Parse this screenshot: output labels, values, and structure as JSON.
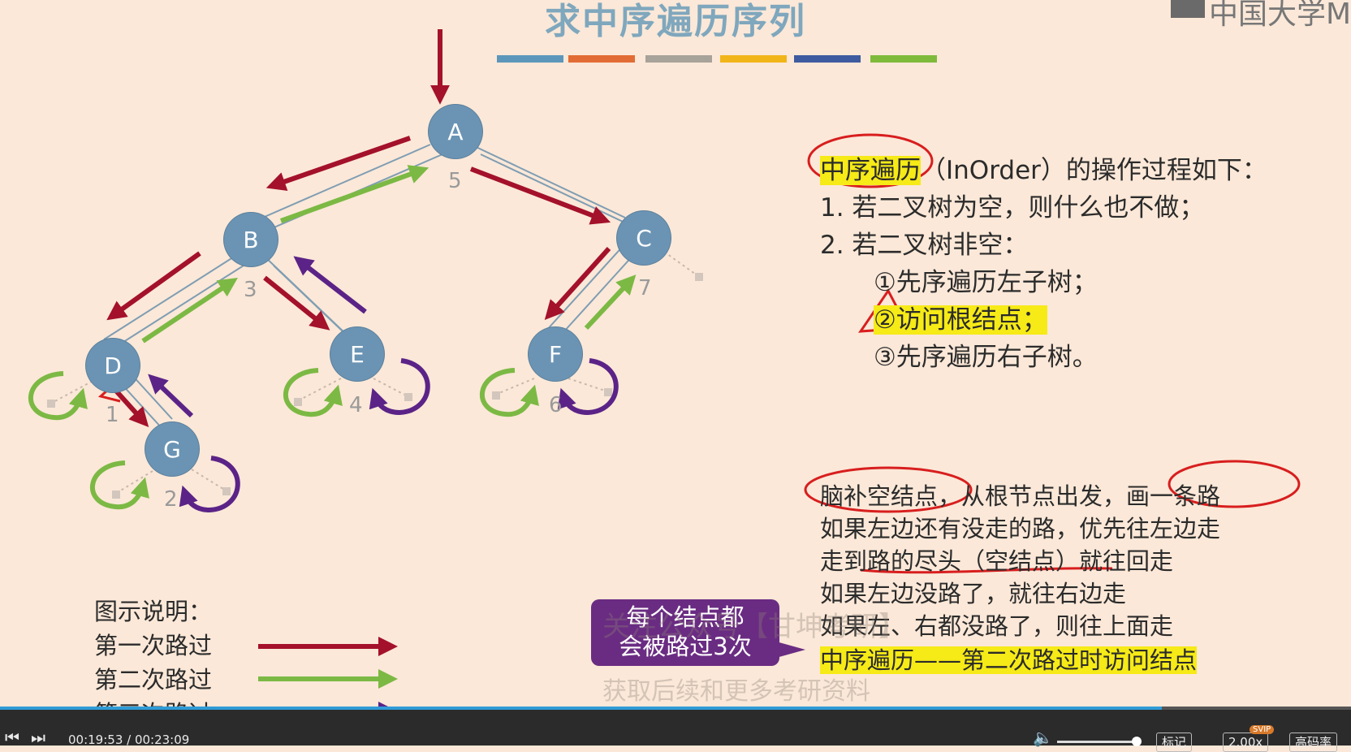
{
  "slide": {
    "title": "求中序遍历序列",
    "logo_text": "中国大学M",
    "color_bar_colors": [
      "#5c97bb",
      "#e26c35",
      "#a8a39a",
      "#f2b519",
      "#3f5b9f",
      "#7fba3b"
    ]
  },
  "tree": {
    "nodes": [
      {
        "label": "A",
        "order": "5"
      },
      {
        "label": "B",
        "order": "3"
      },
      {
        "label": "C",
        "order": "7"
      },
      {
        "label": "D",
        "order": "1"
      },
      {
        "label": "E",
        "order": "4"
      },
      {
        "label": "F",
        "order": "6"
      },
      {
        "label": "G",
        "order": "2"
      }
    ],
    "arrow_colors": {
      "first": "#a4112a",
      "second": "#7cb944",
      "third": "#5b2387"
    }
  },
  "procedure": {
    "line1_highlight": "中序遍历",
    "line1_rest": "（InOrder）的操作过程如下：",
    "line2": "1.  若二叉树为空，则什么也不做；",
    "line3": "2.  若二叉树非空：",
    "step1": "①先序遍历左子树；",
    "step2": "②访问根结点；",
    "step3": "③先序遍历右子树。"
  },
  "notes": {
    "line1": "脑补空结点，从根节点出发，画一条路",
    "line2": "如果左边还有没走的路，优先往左边走",
    "line3": "走到路的尽头（空结点）就往回走",
    "line4": "如果左边没路了，就往右边走",
    "line5": "如果左、右都没路了，则往上面走",
    "line6": "中序遍历——第二次路过时访问结点"
  },
  "legend": {
    "title": "图示说明：",
    "first": "第一次路过",
    "second": "第二次路过",
    "third": "第三次路过"
  },
  "callout": {
    "line1": "每个结点都",
    "line2": "会被路过3次"
  },
  "watermarks": {
    "top": "关注公众号【甘坤考研】",
    "bottom": "获取后续和更多考研资料"
  },
  "player": {
    "time": "00:19:53 / 00:23:09",
    "progress": 0.86,
    "mark_button": "标记",
    "speed_button": "2.00x",
    "svip_badge": "SVIP",
    "quality_button": "高码率"
  }
}
